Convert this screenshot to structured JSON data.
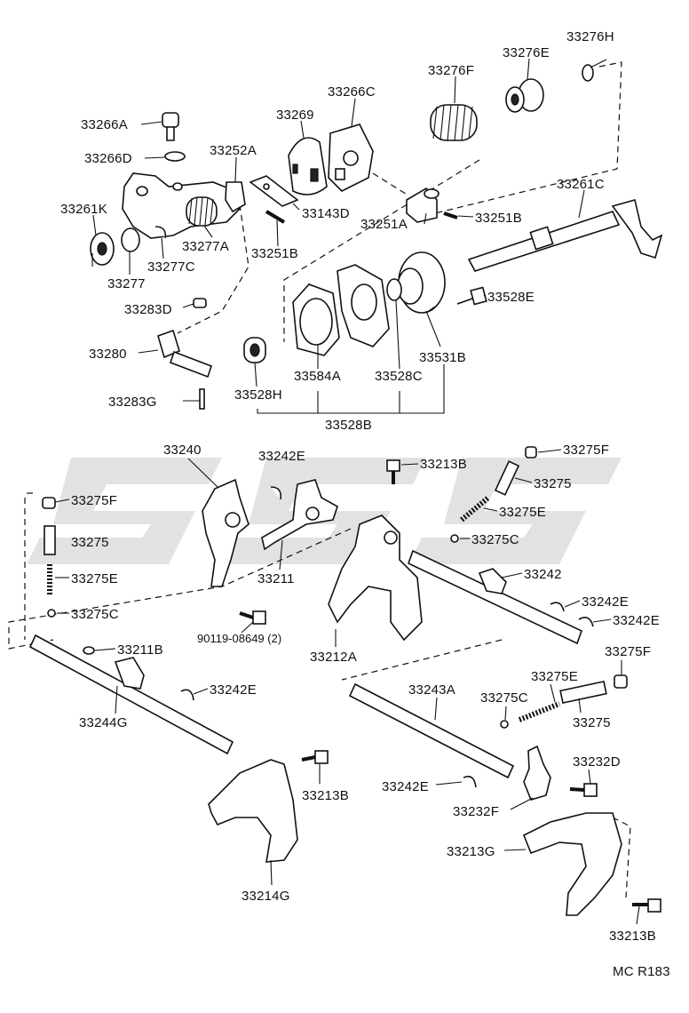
{
  "labels": {
    "p33276H": "33276H",
    "p33276E": "33276E",
    "p33276F": "33276F",
    "p33266C": "33266C",
    "p33269": "33269",
    "p33266A": "33266A",
    "p33266D": "33266D",
    "p33252A": "33252A",
    "p33261C": "33261C",
    "p33261K": "33261K",
    "p33143D": "33143D",
    "p33251A": "33251A",
    "p33251B_r": "33251B",
    "p33277A": "33277A",
    "p33251B_l": "33251B",
    "p33277C": "33277C",
    "p33277": "33277",
    "p33528E": "33528E",
    "p33283D": "33283D",
    "p33280": "33280",
    "p33531B": "33531B",
    "p33584A": "33584A",
    "p33528C": "33528C",
    "p33283G": "33283G",
    "p33528H": "33528H",
    "p33528B": "33528B",
    "p33240": "33240",
    "p33242E_a": "33242E",
    "p33213B_a": "33213B",
    "p33275F_r": "33275F",
    "p33275_r": "33275",
    "p33275F_l": "33275F",
    "p33275E_r": "33275E",
    "p33275C_r": "33275C",
    "p33275_l": "33275",
    "p33211": "33211",
    "p33242": "33242",
    "p33275E_l": "33275E",
    "p33242E_b": "33242E",
    "p33275C_l": "33275C",
    "p33242E_c": "33242E",
    "p90119": "90119-08649 (2)",
    "p33211B": "33211B",
    "p33212A": "33212A",
    "p33275F_b": "33275F",
    "p33243A": "33243A",
    "p33275E_b": "33275E",
    "p33242E_d": "33242E",
    "p33275C_b": "33275C",
    "p33244G": "33244G",
    "p33275_b": "33275",
    "p33232D": "33232D",
    "p33213B_b": "33213B",
    "p33242E_e": "33242E",
    "p33232F": "33232F",
    "p33213G": "33213G",
    "p33214G": "33214G",
    "p33213B_c": "33213B",
    "code": "MC R183"
  }
}
